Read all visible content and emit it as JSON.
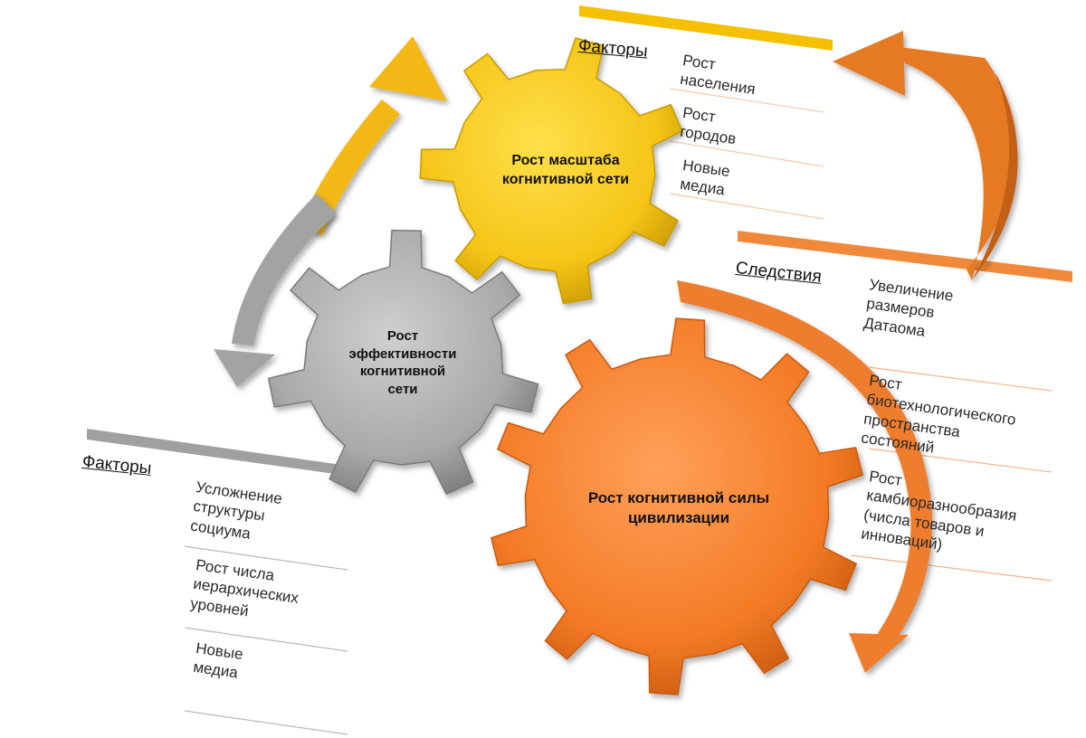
{
  "colors": {
    "gear_yellow": "#f5c518",
    "gear_gray": "#a9a9a9",
    "gear_orange": "#f47b25",
    "arrow_yellow": "#f3b716",
    "arrow_gray": "#a3a3a3",
    "arrow_orange": "#ee7d2e",
    "divider_orange": "#f3b38a",
    "divider_gray": "#b9b9b9"
  },
  "gears": {
    "yellow": {
      "label": "Рост  масштаба\nкогнитивной сети",
      "icon": "gear-icon"
    },
    "gray": {
      "label": "Рост\nэффективности\nкогнитивной\nсети",
      "icon": "gear-icon"
    },
    "orange": {
      "label": "Рост  когнитивной силы\nцивилизации",
      "icon": "gear-icon"
    }
  },
  "top_factors": {
    "heading": "Факторы",
    "items": [
      "Рост населения",
      "Рост городов",
      "Новые медиа"
    ]
  },
  "consequences": {
    "heading": "Следствия",
    "items": [
      "Увеличение размеров\nДатаома",
      "Рост\nбиотехнологического\nпространства\nсостояний",
      "Рост\nкамбиоразнообразия\n(числа товаров и\nинноваций)"
    ]
  },
  "left_factors": {
    "heading": "Факторы",
    "items": [
      "Усложнение\nструктуры\nсоциума",
      "Рост числа\nиерархических\nуровней",
      "Новые медиа"
    ]
  }
}
